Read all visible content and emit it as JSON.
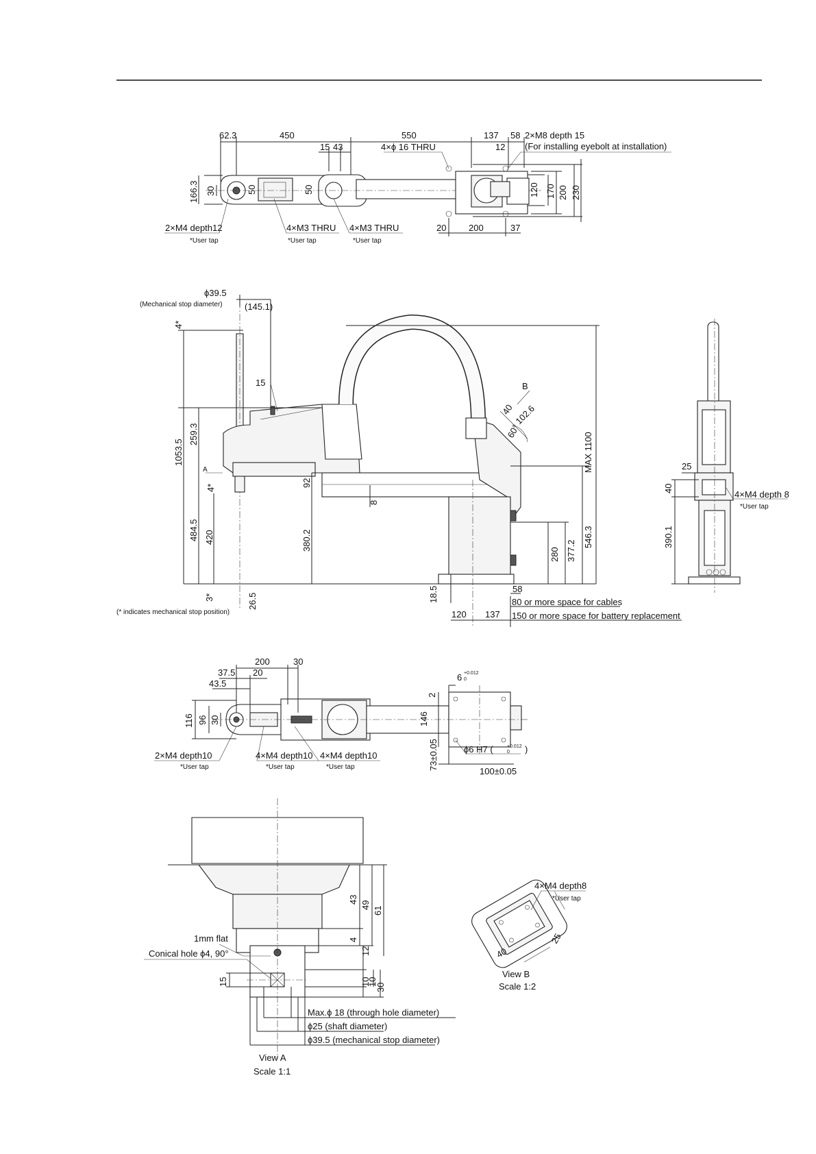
{
  "top_view": {
    "dims": {
      "d62_3": "62.3",
      "d450": "450",
      "d550": "550",
      "d137": "137",
      "d58": "58",
      "d15": "15",
      "d43": "43",
      "d12": "12",
      "d30": "30",
      "d166_3": "166.3",
      "d50a": "50",
      "d50b": "50",
      "d120": "120",
      "d170": "170",
      "d200": "200",
      "d230": "230",
      "d20": "20",
      "d200b": "200",
      "d37": "37"
    },
    "labels": {
      "holes_thru": "4×ϕ 16  THRU",
      "m8": "2×M8 depth 15",
      "eyebolt": "(For installing eyebolt at installation)",
      "m4_tap": "2×M4 depth12",
      "m3_a": "4×M3 THRU",
      "m3_b": "4×M3 THRU",
      "user_tap_1": "*User tap",
      "user_tap_2": "*User tap",
      "user_tap_3": "*User tap"
    }
  },
  "side_view": {
    "dims": {
      "phi39_5": "ϕ39.5",
      "stop_diam": "(Mechanical stop diameter)",
      "d145_1": "(145.1)",
      "d4_top": "4*",
      "d15": "15",
      "d259_3": "259.3",
      "d1053_5": "1053.5",
      "arrow_a": "A",
      "d4_mid": "4*",
      "d484_5": "484.5",
      "d420": "420",
      "d92": "92",
      "d380_2": "380.2",
      "d8": "8",
      "d3": "3*",
      "d26_5": "26.5",
      "d18_5": "18.5",
      "d120": "120",
      "d137": "137",
      "d58": "58",
      "d280": "280",
      "d377_2": "377.2",
      "d546_3": "546.3",
      "max1100": "MAX 1100",
      "b": "B",
      "d40": "40",
      "d102_6": "102.6",
      "d60": "60°"
    },
    "notes": {
      "stop_note": "(* indicates mechanical stop position)",
      "cables": "80 or more space for cables",
      "battery": "150 or more space for battery replacement"
    }
  },
  "rear_view": {
    "dims": {
      "d25": "25",
      "d40": "40",
      "d390_1": "390.1"
    },
    "labels": {
      "m4": "4×M4 depth 8",
      "user_tap": "*User tap"
    }
  },
  "bottom_view": {
    "dims": {
      "d200": "200",
      "d30": "30",
      "d37_5": "37.5",
      "d20": "20",
      "d43_5": "43.5",
      "d116": "116",
      "d96": "96",
      "d30b": "30",
      "d2": "2",
      "d146": "146",
      "d6": "6",
      "tol6": "+0.012",
      "tol6b": "0",
      "d73": "73±0.05",
      "d100": "100±0.05",
      "phi6": "ϕ6 H7 (",
      "tol_phi": "+0.012",
      "tol_phi_b": "0",
      "close_paren": ")"
    },
    "labels": {
      "m4_a": "2×M4 depth10",
      "m4_b": "4×M4 depth10",
      "m4_c": "4×M4 depth10",
      "user_tap_1": "*User tap",
      "user_tap_2": "*User tap",
      "user_tap_3": "*User tap"
    }
  },
  "view_a": {
    "dims": {
      "d43": "43",
      "d49": "49",
      "d61": "61",
      "d4": "4",
      "d12": "12",
      "d10a": "10",
      "d10b": "10",
      "d30": "30",
      "d15": "15"
    },
    "labels": {
      "flat": "1mm flat",
      "conical": "Conical hole ϕ4, 90°",
      "through": "Max.ϕ 18 (through hole diameter)",
      "shaft": "ϕ25 (shaft diameter)",
      "stop": "ϕ39.5 (mechanical stop diameter)",
      "title": "View  A",
      "scale": "Scale 1:1"
    }
  },
  "view_b": {
    "dims": {
      "d40": "40",
      "d25": "25"
    },
    "labels": {
      "m4": "4×M4 depth8",
      "user_tap": "*User tap",
      "title": "View  B",
      "scale": "Scale 1:2"
    }
  }
}
